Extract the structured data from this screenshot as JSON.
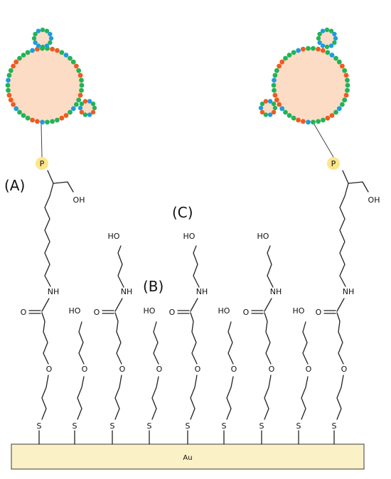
{
  "labels": {
    "a": "(A)",
    "b": "(B)",
    "c": "(C)",
    "substrate": "Au"
  },
  "atoms": {
    "phosphate": "P",
    "hydroxyl": "OH",
    "hydroxyl_ho": "HO",
    "amide_nh": "NH",
    "carbonyl_o": "O",
    "ether_o": "O",
    "sulfur": "S"
  },
  "colors": {
    "loop_fill": "#fddcc6",
    "substrate_fill": "#fbf1c7",
    "phosphate_fill": "#fde68a",
    "nucleotide_green": "#22b357",
    "nucleotide_orange": "#ef5a1f",
    "nucleotide_blue": "#1e9be0"
  },
  "strand_counts": {
    "long_tether_with_aptamer": 2,
    "amide_hydroxyl_chains": 3,
    "short_hydroxyl_chains": 4
  }
}
